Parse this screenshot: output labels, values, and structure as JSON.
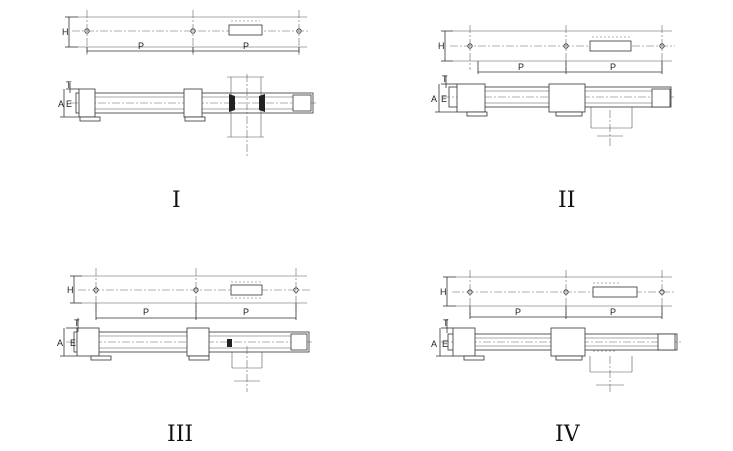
{
  "panels": [
    {
      "id": "I",
      "numeral": "I",
      "dims": {
        "h": "H",
        "p1": "P",
        "p2": "P",
        "t": "T",
        "a": "A",
        "e": "E"
      }
    },
    {
      "id": "II",
      "numeral": "II",
      "dims": {
        "h": "H",
        "p1": "P",
        "p2": "P",
        "t": "T",
        "a": "A",
        "e": "E"
      }
    },
    {
      "id": "III",
      "numeral": "III",
      "dims": {
        "h": "H",
        "p1": "P",
        "p2": "P",
        "t": "T",
        "a": "A",
        "e": "E"
      }
    },
    {
      "id": "IV",
      "numeral": "IV",
      "dims": {
        "h": "H",
        "p1": "P",
        "p2": "P",
        "t": "T",
        "a": "A",
        "e": "E"
      }
    }
  ]
}
